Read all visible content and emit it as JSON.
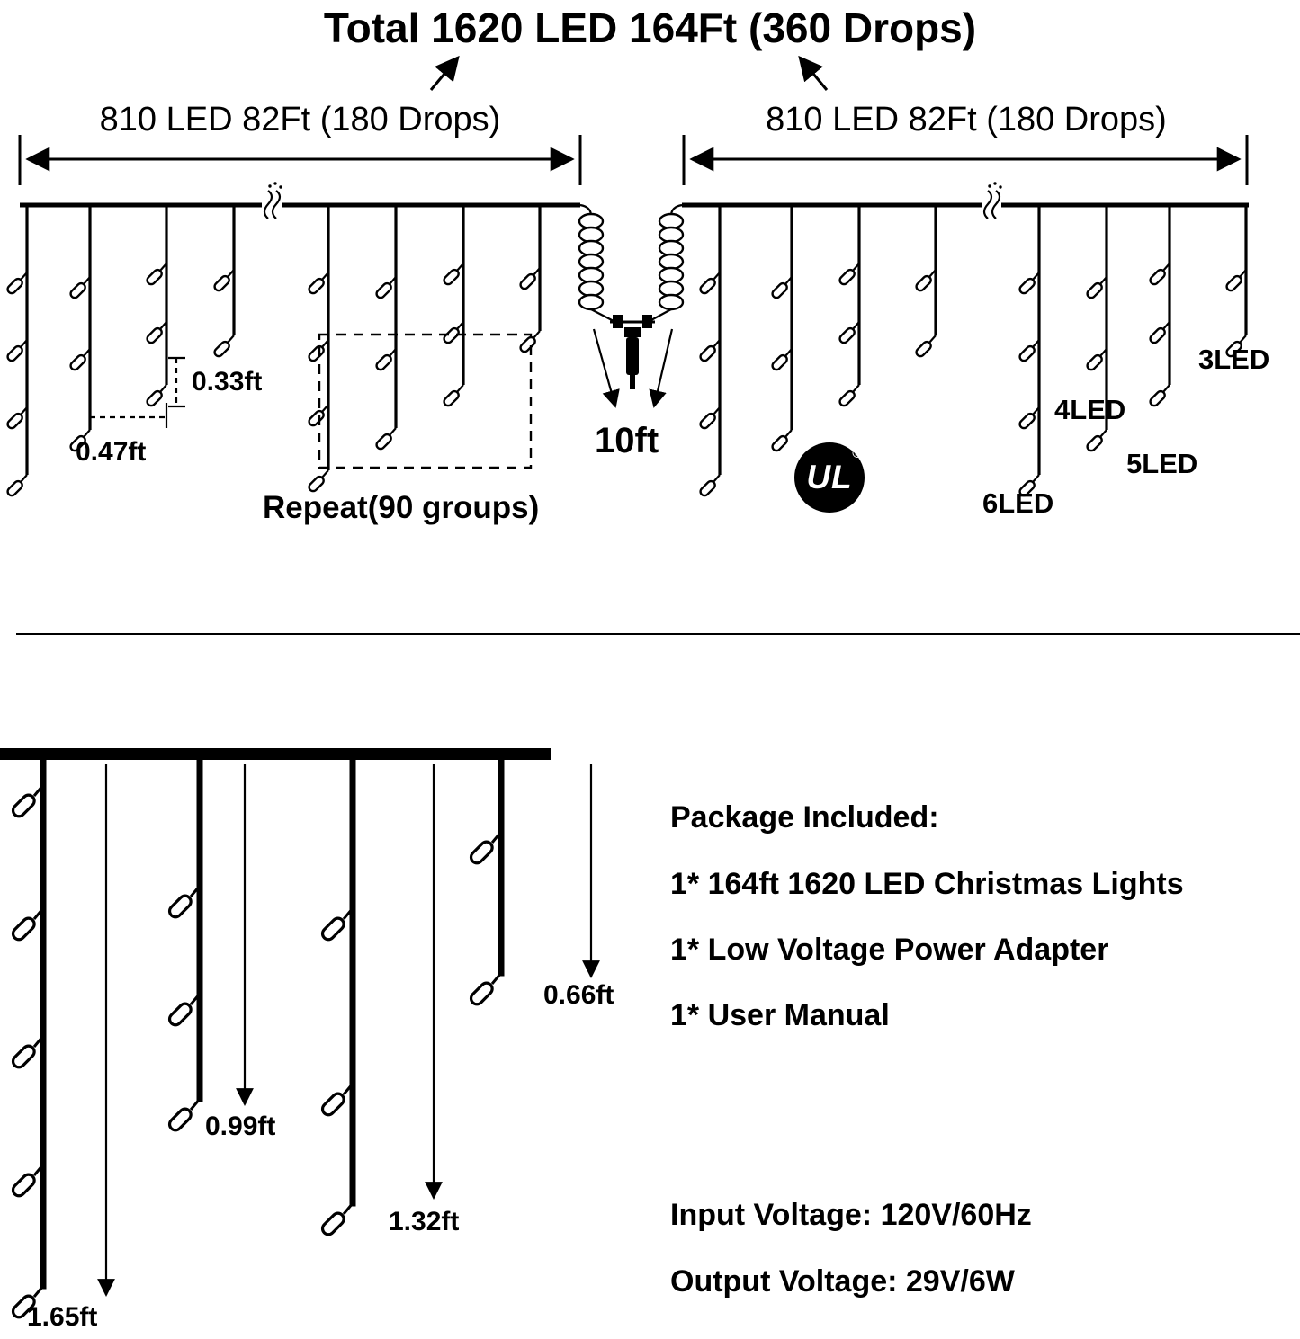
{
  "title": "Total 1620 LED 164Ft (360 Drops)",
  "top_diagram": {
    "left_span_label": "810 LED 82Ft (180 Drops)",
    "right_span_label": "810 LED 82Ft (180 Drops)",
    "bulb_spacing": "0.33ft",
    "drop_spacing": "0.47ft",
    "repeat_label": "Repeat(90 groups)",
    "lead_length": "10ft",
    "ul_mark": "UL",
    "registered_symbol": "®",
    "led_labels": [
      "3LED",
      "4LED",
      "5LED",
      "6LED"
    ]
  },
  "bottom_diagram": {
    "drop_length_labels": [
      "0.66ft",
      "0.99ft",
      "1.32ft",
      "1.65ft"
    ]
  },
  "package_info": {
    "heading": "Package Included:",
    "items": [
      "1* 164ft 1620 LED Christmas Lights",
      "1* Low Voltage Power Adapter",
      "1* User Manual"
    ],
    "input_voltage": "Input Voltage: 120V/60Hz",
    "output_voltage": "Output Voltage: 29V/6W"
  },
  "colors": {
    "foreground": "#000000",
    "background": "#ffffff"
  }
}
